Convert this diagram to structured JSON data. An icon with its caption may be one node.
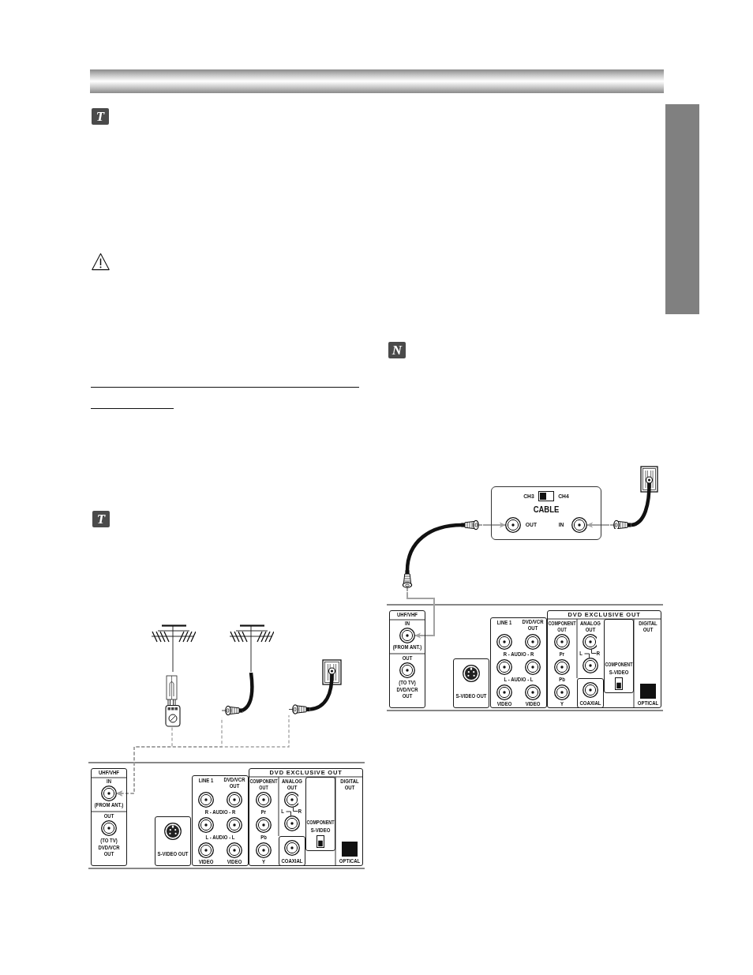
{
  "diagram": {
    "nodes": [
      {
        "text": [],
        "shape": "picture"
      },
      {
        "text": [],
        "shape": "picture"
      },
      {
        "text": [],
        "shape": "picture"
      },
      {
        "text": [],
        "shape": "picture"
      },
      {
        "text": [],
        "shape": "picture"
      },
      {
        "text": [
          "UHF/VHF",
          "OUT",
          "(TO TV)",
          "DVD/VCR OUT"
        ]
      },
      {
        "text": [],
        "shape": "circle",
        "in": 5,
        "beside": [
          "IN",
          "(FROM ANT.)"
        ]
      },
      {
        "text": [
          "S-VIDEO OUT"
        ]
      },
      {
        "text": [
          "LINE 1",
          "DVD/VCR OUT",
          "R - AUDIO - R",
          "L - AUDIO - L",
          "VIDEO",
          "VIDEO"
        ]
      },
      {
        "text": [
          "DVD EXCLUSIVE OUT",
          "COMPONENT OUT",
          "ANALOG OUT",
          "DIGITAL OUT",
          "Pr",
          "L",
          "R",
          "Pb",
          "Y",
          "OPTICAL"
        ]
      },
      {
        "text": [
          "COMPONENT",
          "S-VIDEO"
        ],
        "in": 9
      },
      {
        "text": [
          "COAXIAL"
        ],
        "in": 9
      },
      {
        "text": [
          "CH3",
          "CH4",
          "CABLE"
        ]
      },
      {
        "text": [],
        "shape": "circle",
        "in": 12,
        "beside": [
          "OUT"
        ]
      },
      {
        "text": [],
        "shape": "circle",
        "in": 12,
        "beside": [
          "IN"
        ]
      },
      {
        "text": [],
        "shape": "picture"
      },
      {
        "text": [],
        "shape": "picture"
      },
      {
        "text": [
          "UHF/VHF",
          "OUT",
          "(TO TV)",
          "DVD/VCR OUT"
        ]
      },
      {
        "text": [],
        "shape": "circle",
        "in": 17,
        "beside": [
          "IN",
          "(FROM ANT.)"
        ]
      },
      {
        "text": [
          "S-VIDEO OUT"
        ]
      },
      {
        "text": [
          "LINE 1",
          "DVD/VCR OUT",
          "R - AUDIO - R",
          "L - AUDIO - L",
          "VIDEO",
          "VIDEO"
        ]
      },
      {
        "text": [
          "DVD EXCLUSIVE OUT",
          "COMPONENT OUT",
          "ANALOG OUT",
          "DIGITAL OUT",
          "Pr",
          "L",
          "R",
          "Pb",
          "Y",
          "OPTICAL"
        ]
      },
      {
        "text": [
          "COMPONENT",
          "S-VIDEO"
        ],
        "in": 21
      },
      {
        "text": [
          "COAXIAL"
        ],
        "in": 21
      },
      {
        "text": [],
        "shape": "box"
      }
    ],
    "edges": [
      {
        "from": 2,
        "to": 6,
        "arrow": "to",
        "style": "dashed"
      },
      {
        "from": 3,
        "to": 6,
        "arrow": "to",
        "style": "dashed"
      },
      {
        "from": 4,
        "to": 6,
        "arrow": "to",
        "style": "dashed"
      },
      {
        "from": 15,
        "to": 13,
        "arrow": "to"
      },
      {
        "from": 16,
        "to": 14,
        "arrow": "to"
      },
      {
        "from": 15,
        "to": 18,
        "arrow": "to"
      }
    ],
    "labels": [
      "T",
      "T",
      "N"
    ]
  }
}
